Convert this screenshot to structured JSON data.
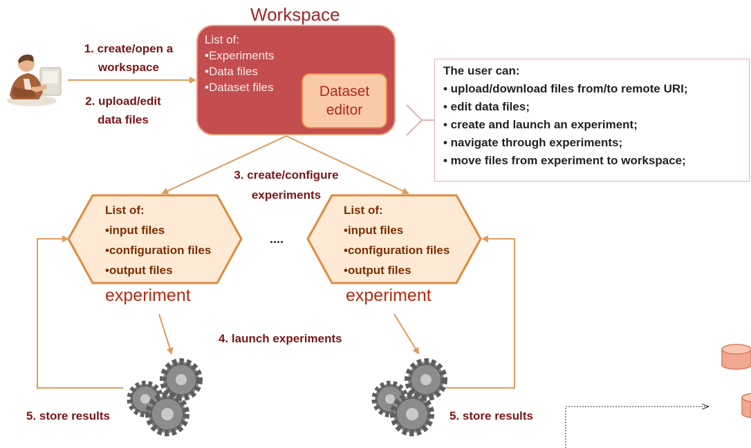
{
  "workspace": {
    "title": "Workspace",
    "list_heading": "List of:",
    "items": [
      "•Experiments",
      "•Data files",
      "•Dataset files"
    ],
    "editor_label_line1": "Dataset",
    "editor_label_line2": "editor"
  },
  "steps": {
    "create_open_line1": "1. create/open a",
    "create_open_line2": "workspace",
    "upload_edit_line1": "2. upload/edit",
    "upload_edit_line2": "data files",
    "configure_line1": "3. create/configure",
    "configure_line2": "experiments",
    "launch": "4. launch experiments",
    "store_left": "5. store results",
    "store_right": "5. store results"
  },
  "user_capabilities": {
    "heading": "The user can:",
    "items": [
      "• upload/download files from/to remote URI;",
      "• edit data files;",
      "• create and launch an experiment;",
      "• navigate through experiments;",
      "• move files from experiment to workspace;"
    ]
  },
  "experiments": [
    {
      "heading": "List of:",
      "items": [
        "•input files",
        "•configuration files",
        "•output files"
      ],
      "label": "experiment"
    },
    {
      "heading": "List of:",
      "items": [
        "•input files",
        "•configuration files",
        "•output files"
      ],
      "label": "experiment"
    }
  ],
  "ellipsis": "....",
  "colors": {
    "workspace_fill": "#c34d4f",
    "editor_fill": "#f9caa8",
    "experiment_fill": "#fde9d4",
    "arrow": "#e09a5c",
    "text_dark_red": "#7a1414"
  },
  "icons": [
    "user-at-computer-icon",
    "gears-icon",
    "database-icon"
  ]
}
